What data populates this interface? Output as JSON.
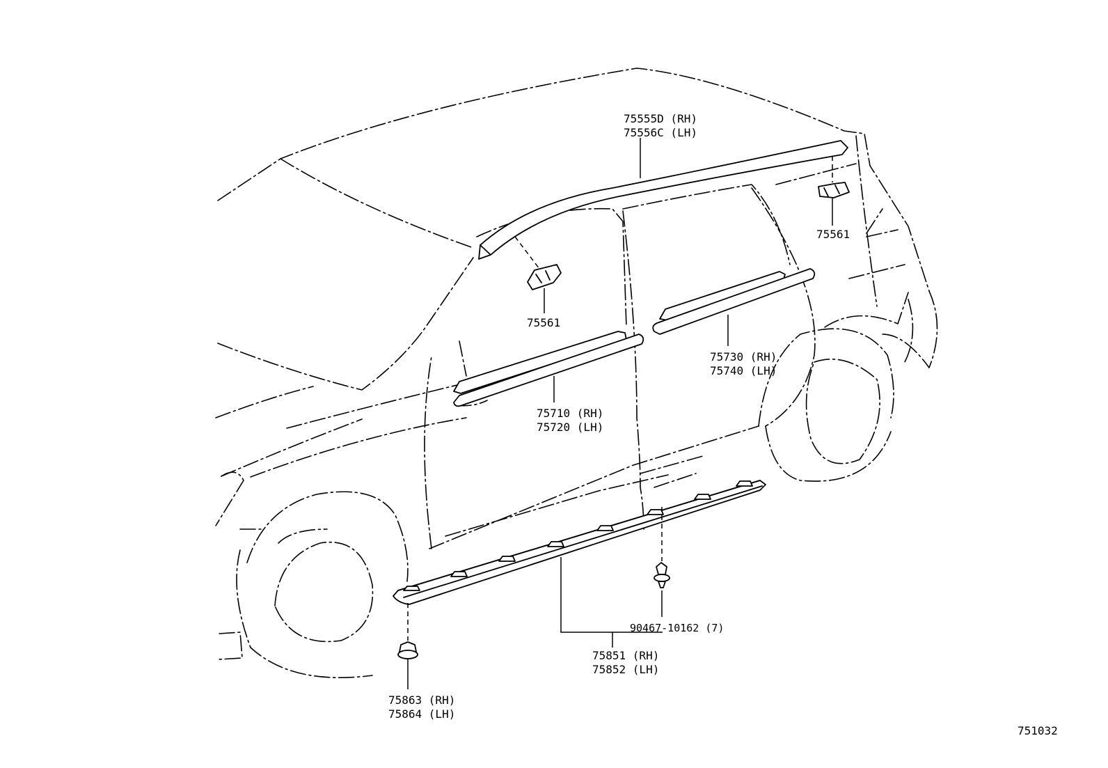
{
  "labels": {
    "roof_molding": [
      "75555D (RH)",
      "75556C (LH)"
    ],
    "clip_rear": "75561",
    "clip_front": "75561",
    "rear_door_molding": [
      "75730 (RH)",
      "75740 (LH)"
    ],
    "front_door_molding": [
      "75710 (RH)",
      "75720 (LH)"
    ],
    "clip_fastener": "90467-10162 (7)",
    "rocker_molding": [
      "75851 (RH)",
      "75852 (LH)"
    ],
    "end_cap": [
      "75863 (RH)",
      "75864 (LH)"
    ],
    "illustration_number": "751032"
  }
}
